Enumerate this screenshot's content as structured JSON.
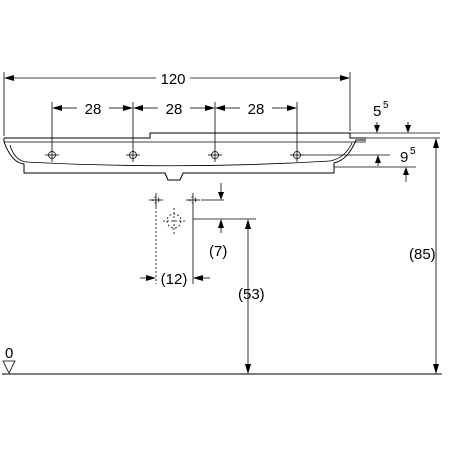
{
  "dimensions": {
    "overall_width": "120",
    "spacing_1": "28",
    "spacing_2": "28",
    "spacing_3": "28",
    "rim_offset_main": "5",
    "rim_offset_sup": "5",
    "bowl_depth_main": "9",
    "bowl_depth_sup": "5",
    "waste_height": "(7)",
    "waste_offset": "(12)",
    "waste_floor_height": "(53)",
    "rim_floor_height": "(85)",
    "floor_level": "0"
  },
  "icons": {
    "tap_hole": "crosshair-circle",
    "waste_outlet": "crosshair-circle-dashed",
    "floor_marker": "triangle-down"
  }
}
